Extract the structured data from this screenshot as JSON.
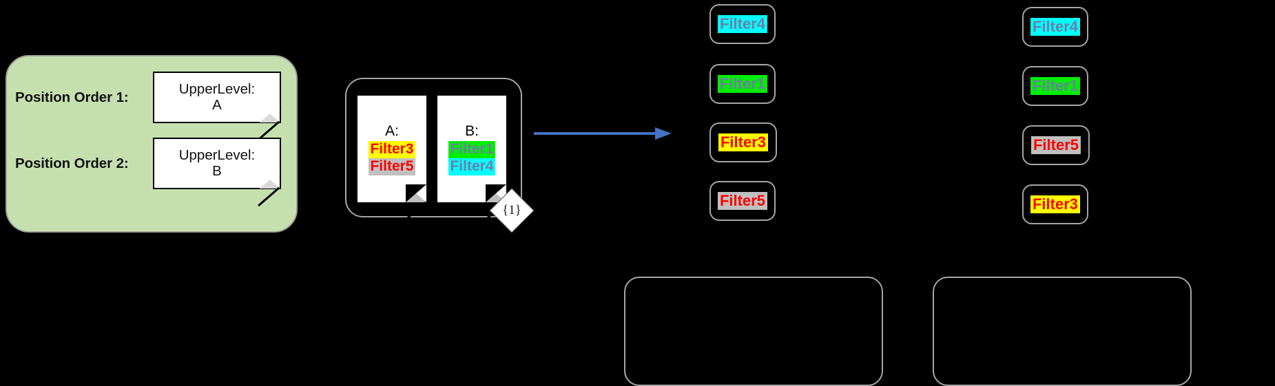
{
  "colors": {
    "panel_green": "#C6DFAF",
    "panel_green_border": "#9AA394",
    "arrow_blue": "#4472C4",
    "box_border_gray": "#A6A6A6",
    "highlight_yellow": "#FFFF00",
    "highlight_gray": "#C0C0C0",
    "highlight_green": "#00EE00",
    "highlight_cyan": "#00FFFF",
    "text_red": "#FF0000",
    "text_slate": "#6E7FA8",
    "background": "#000000"
  },
  "position_panel": {
    "rows": [
      {
        "label": "Position Order 1:",
        "note_caption": "UpperLevel:",
        "note_value": "A"
      },
      {
        "label": "Position Order 2:",
        "note_caption": "UpperLevel:",
        "note_value": "B"
      }
    ]
  },
  "doc_pair": {
    "multiplicity": "{1}",
    "documents": [
      {
        "title": "A:",
        "lines": [
          {
            "text": "Filter3",
            "fg": "#FF0000",
            "bg": "#FFFF00"
          },
          {
            "text": "Filter5",
            "fg": "#FF0000",
            "bg": "#C0C0C0"
          }
        ]
      },
      {
        "title": "B:",
        "lines": [
          {
            "text": "Filter1",
            "fg": "#6E7FA8",
            "bg": "#00EE00"
          },
          {
            "text": "Filter4",
            "fg": "#6E7FA8",
            "bg": "#00FFFF"
          }
        ]
      }
    ]
  },
  "arrow": {
    "direction": "right",
    "color": "#4472C4"
  },
  "result_columns": [
    {
      "name": "result-column-1",
      "items": [
        {
          "text": "Filter4",
          "fg": "#6E7FA8",
          "bg": "#00FFFF"
        },
        {
          "text": "Filter1",
          "fg": "#6E7FA8",
          "bg": "#00EE00"
        },
        {
          "text": "Filter3",
          "fg": "#FF0000",
          "bg": "#FFFF00"
        },
        {
          "text": "Filter5",
          "fg": "#FF0000",
          "bg": "#C0C0C0"
        }
      ]
    },
    {
      "name": "result-column-2",
      "items": [
        {
          "text": "Filter4",
          "fg": "#6E7FA8",
          "bg": "#00FFFF"
        },
        {
          "text": "Filter1",
          "fg": "#6E7FA8",
          "bg": "#00EE00"
        },
        {
          "text": "Filter5",
          "fg": "#FF0000",
          "bg": "#C0C0C0"
        },
        {
          "text": "Filter3",
          "fg": "#FF0000",
          "bg": "#FFFF00"
        }
      ]
    }
  ],
  "bottom_panels": [
    {
      "name": "bottom-panel-left",
      "text": ""
    },
    {
      "name": "bottom-panel-right",
      "text": ""
    }
  ]
}
